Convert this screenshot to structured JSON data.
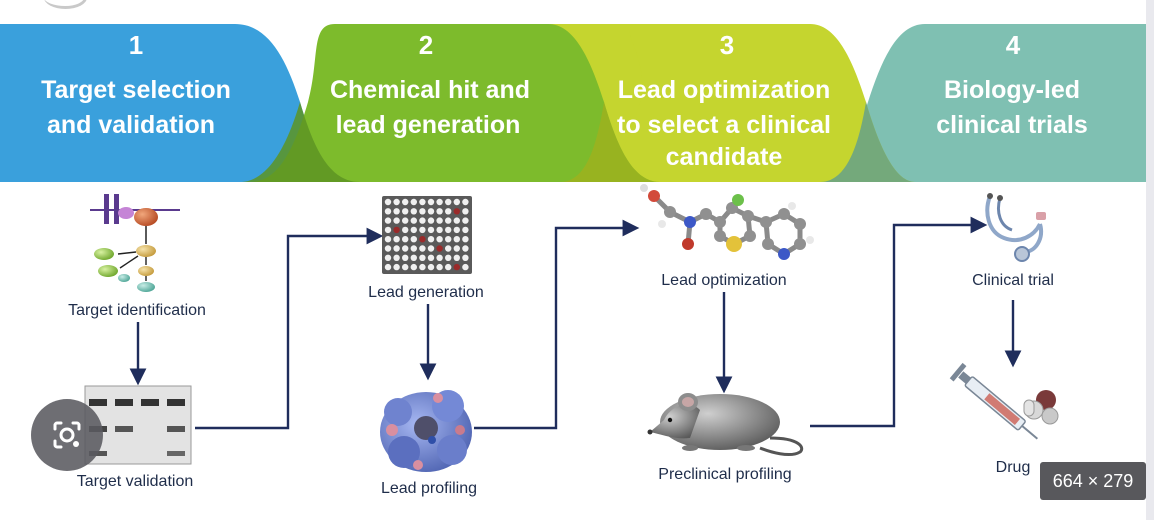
{
  "stages": [
    {
      "number": "1",
      "title_lines": [
        "Target selection",
        "and validation"
      ],
      "color": "#3aa0dc"
    },
    {
      "number": "2",
      "title_lines": [
        "Chemical hit and",
        "lead generation"
      ],
      "color": "#7dbb2c"
    },
    {
      "number": "3",
      "title_lines": [
        "Lead optimization",
        "to select a clinical",
        "candidate"
      ],
      "color": "#c5d52f"
    },
    {
      "number": "4",
      "title_lines": [
        "Biology-led",
        "clinical trials"
      ],
      "color": "#7fc0b2"
    }
  ],
  "steps": {
    "target_identification": "Target identification",
    "target_validation": "Target validation",
    "lead_generation": "Lead generation",
    "lead_profiling": "Lead profiling",
    "lead_optimization": "Lead optimization",
    "preclinical_profiling": "Preclinical profiling",
    "clinical_trial": "Clinical trial",
    "drug": "Drug"
  },
  "overlay": {
    "dimensions_badge": "664 × 279",
    "lens_icon": "visual-search-icon"
  },
  "colors": {
    "arrow": "#1f2d5c",
    "label": "#1f2d4a"
  }
}
